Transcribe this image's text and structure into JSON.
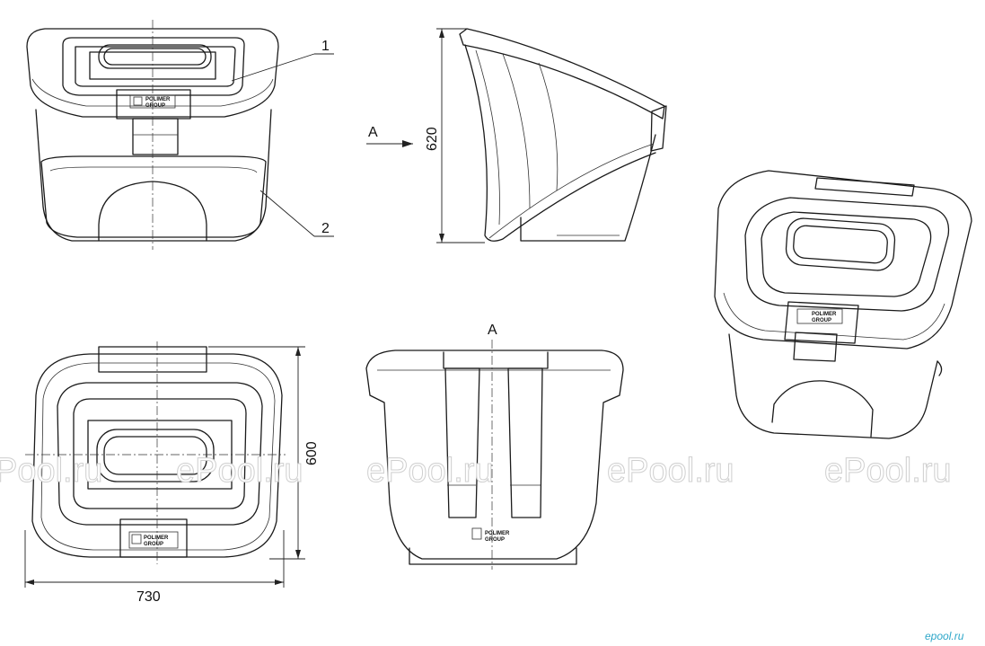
{
  "labels": {
    "callout_1": "1",
    "callout_2": "2",
    "view_arrow": "A",
    "view_title": "A",
    "height_dim": "620",
    "depth_dim": "600",
    "width_dim": "730"
  },
  "logos": {
    "line1": "POLIMER",
    "line2": "GROUP"
  },
  "watermarks": [
    "Pool.ru",
    "ePool.ru",
    "ePool.ru",
    "ePool.ru",
    "ePool.ru"
  ],
  "corner_mark": "epool.ru",
  "colors": {
    "line": "#1a1a1a",
    "corner_mark": "#2ea7c9",
    "watermark": "#cfcfcf"
  }
}
